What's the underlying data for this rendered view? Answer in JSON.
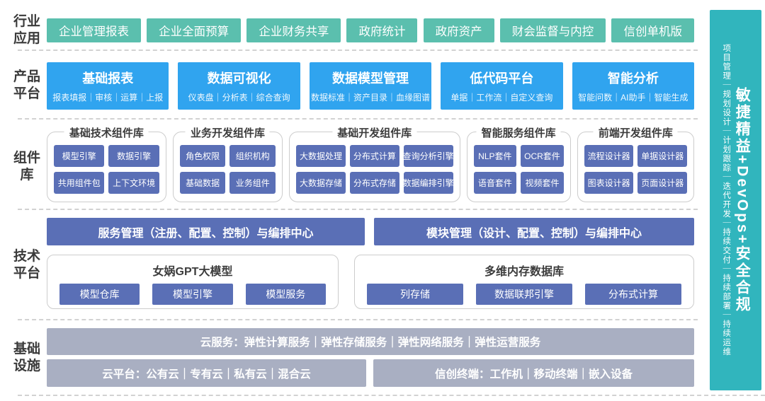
{
  "colors": {
    "industry_teal": "#5bbfae",
    "product_blue": "#30a4ef",
    "component_indigo": "#5a6fb6",
    "infra_gray": "#a9afc2",
    "sidebar_cyan": "#31b5bd",
    "label_dark": "#3a3a3a"
  },
  "layers": {
    "industry": {
      "label": "行业\n应用"
    },
    "product": {
      "label": "产品\n平台"
    },
    "components": {
      "label": "组件\n库"
    },
    "tech": {
      "label": "技术\n平台"
    },
    "infra": {
      "label": "基础\n设施"
    }
  },
  "industry": {
    "buttons": [
      "企业管理报表",
      "企业全面预算",
      "企业财务共享",
      "政府统计",
      "政府资产",
      "财会监督与内控",
      "信创单机版"
    ]
  },
  "product": {
    "cards": [
      {
        "title": "基础报表",
        "subtitle": "报表填报｜审核｜运算｜上报"
      },
      {
        "title": "数据可视化",
        "subtitle": "仪表盘｜分析表｜综合查询"
      },
      {
        "title": "数据模型管理",
        "subtitle": "数据标准｜资产目录｜血缘图谱"
      },
      {
        "title": "低代码平台",
        "subtitle": "单据｜工作流｜自定义查询"
      },
      {
        "title": "智能分析",
        "subtitle": "智能问数｜AI助手｜智能生成"
      }
    ]
  },
  "components": {
    "groups": [
      {
        "title": "基础技术组件库",
        "chips": [
          "模型引擎",
          "数据引擎",
          "共用组件包",
          "上下文环境"
        ]
      },
      {
        "title": "业务开发组件库",
        "chips": [
          "角色权限",
          "组织机构",
          "基础数据",
          "业务组件"
        ]
      },
      {
        "title": "基础开发组件库",
        "chips": [
          "大数据处理",
          "分布式计算",
          "查询分析引擎",
          "大数据存储",
          "分布式存储",
          "数据编排引擎"
        ]
      },
      {
        "title": "智能服务组件库",
        "chips": [
          "NLP套件",
          "OCR套件",
          "语音套件",
          "视频套件"
        ]
      },
      {
        "title": "前端开发组件库",
        "chips": [
          "流程设计器",
          "单据设计器",
          "图表设计器",
          "页面设计器"
        ]
      }
    ]
  },
  "tech": {
    "bars": [
      "服务管理（注册、配置、控制）与编排中心",
      "模块管理（设计、配置、控制）与编排中心"
    ],
    "boxes": [
      {
        "title": "女娲GPT大模型",
        "chips": [
          "模型仓库",
          "模型引擎",
          "模型服务"
        ]
      },
      {
        "title": "多维内存数据库",
        "chips": [
          "列存储",
          "数据联邦引擎",
          "分布式计算"
        ]
      }
    ]
  },
  "infra": {
    "full_bar": "云服务：弹性计算服务｜弹性存储服务｜弹性网络服务｜弹性运营服务",
    "left_bar": "云平台：公有云｜专有云｜私有云｜混合云",
    "right_bar": "信创终端：工作机｜移动终端｜嵌入设备"
  },
  "sidebar": {
    "title": "敏捷精益+DevOps+安全合规",
    "items": "项目管理｜规划设计｜计划跟踪｜迭代开发｜持续交付｜持续部署｜持续运维"
  }
}
